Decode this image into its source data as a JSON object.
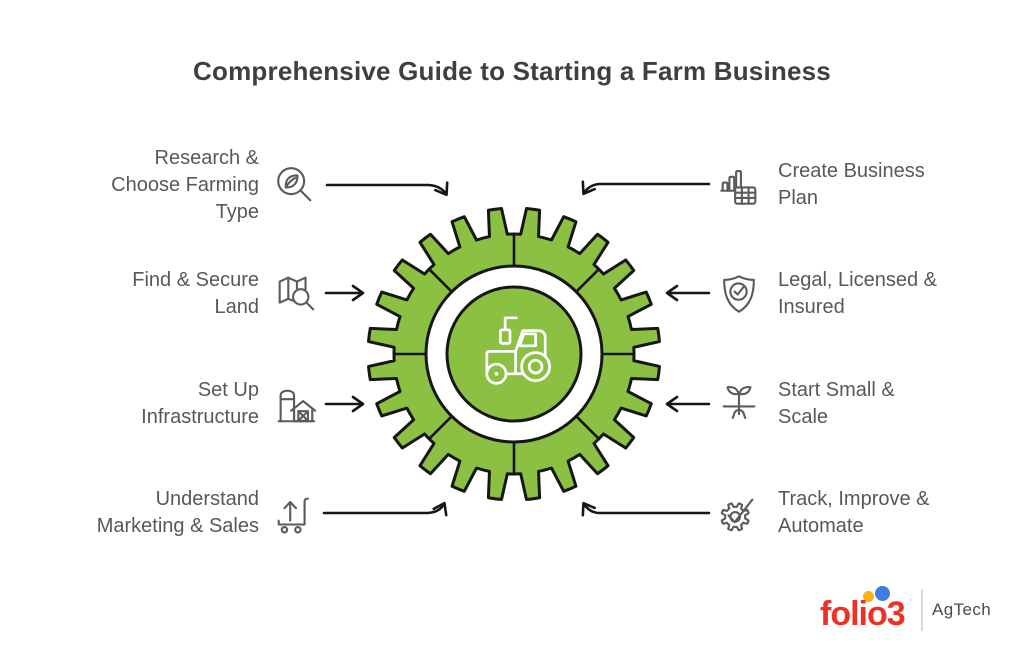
{
  "title": "Comprehensive Guide to Starting a Farm Business",
  "center": {
    "icon": "tractor-icon"
  },
  "items": {
    "left": [
      {
        "label": "Research &\nChoose Farming\nType",
        "icon": "leaf-search-icon"
      },
      {
        "label": "Find & Secure\nLand",
        "icon": "map-search-icon"
      },
      {
        "label": "Set Up\nInfrastructure",
        "icon": "barn-silo-icon"
      },
      {
        "label": "Understand\nMarketing & Sales",
        "icon": "cart-growth-icon"
      }
    ],
    "right": [
      {
        "label": "Create Business\nPlan",
        "icon": "bar-chart-table-icon"
      },
      {
        "label": "Legal, Licensed &\nInsured",
        "icon": "shield-check-icon"
      },
      {
        "label": "Start Small &\nScale",
        "icon": "seedling-roots-icon"
      },
      {
        "label": "Track, Improve &\nAutomate",
        "icon": "gear-check-icon"
      }
    ]
  },
  "logo": {
    "brand": "folio3",
    "division": "AgTech"
  },
  "colors": {
    "gear_green": "#8bc042",
    "outline_black": "#161616",
    "icon_gray": "#5a5b5d",
    "text_gray": "#57585a",
    "title_gray": "#3e3f41",
    "logo_red": "#ee3124",
    "logo_yellow": "#f6b40e",
    "logo_blue": "#3f7de0"
  }
}
